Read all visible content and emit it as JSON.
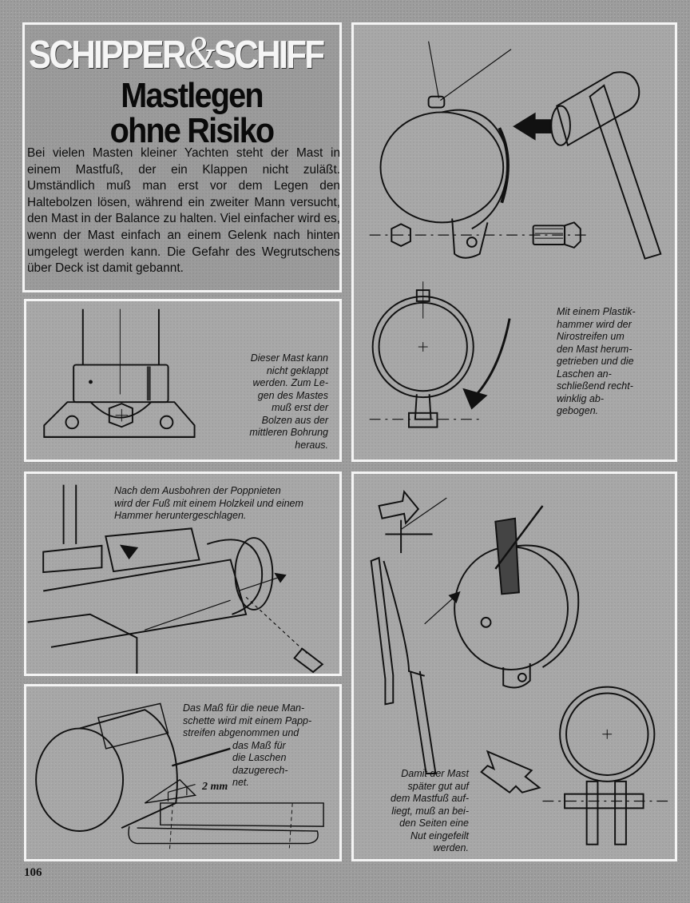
{
  "header": {
    "brand_part1": "SCHIPPER",
    "brand_amp": "&",
    "brand_part2": "SCHIFF",
    "title_line1": "Mastlegen",
    "title_line2": "ohne Risiko"
  },
  "intro": "Bei vielen Masten kleiner Yachten steht der Mast in einem Mastfuß, der ein Klappen nicht zuläßt. Umständlich muß man erst vor dem Legen den Haltebolzen lösen, während ein zweiter Mann versucht, den Mast in der Balance zu halten. Viel einfacher wird es, wenn der Mast einfach an einem Gelenk nach hinten umgelegt werden kann. Die Gefahr des Wegrutschens über Deck ist damit gebannt.",
  "captions": {
    "mast_fixed": [
      "Dieser Mast kann",
      "nicht geklappt",
      "werden. Zum Le-",
      "gen des Mastes",
      "muß erst der",
      "Bolzen aus der",
      "mittleren Bohrung",
      "heraus."
    ],
    "hammer": [
      "Mit einem Plastik-",
      "hammer wird der",
      "Nirostreifen um",
      "den Mast herum-",
      "getrieben und die",
      "Laschen an-",
      "schließend recht-",
      "winklig ab-",
      "gebogen."
    ],
    "drilling": [
      "Nach dem Ausbohren der Poppnieten",
      "wird der Fuß mit einem Holzkeil und einem",
      "Hammer heruntergeschlagen."
    ],
    "measure": [
      "Das Maß für die neue Man-",
      "schette wird mit einem Papp-",
      "streifen abgenommen und",
      "das Maß für",
      "die Laschen",
      "dazugerech-",
      "net."
    ],
    "filing": [
      "Damit der Mast",
      "später gut auf",
      "dem Mastfuß auf-",
      "liegt, muß an bei-",
      "den Seiten eine",
      "Nut eingefeilt",
      "werden."
    ]
  },
  "drawing_labels": {
    "gap": "2 mm"
  },
  "page_number": "106"
}
